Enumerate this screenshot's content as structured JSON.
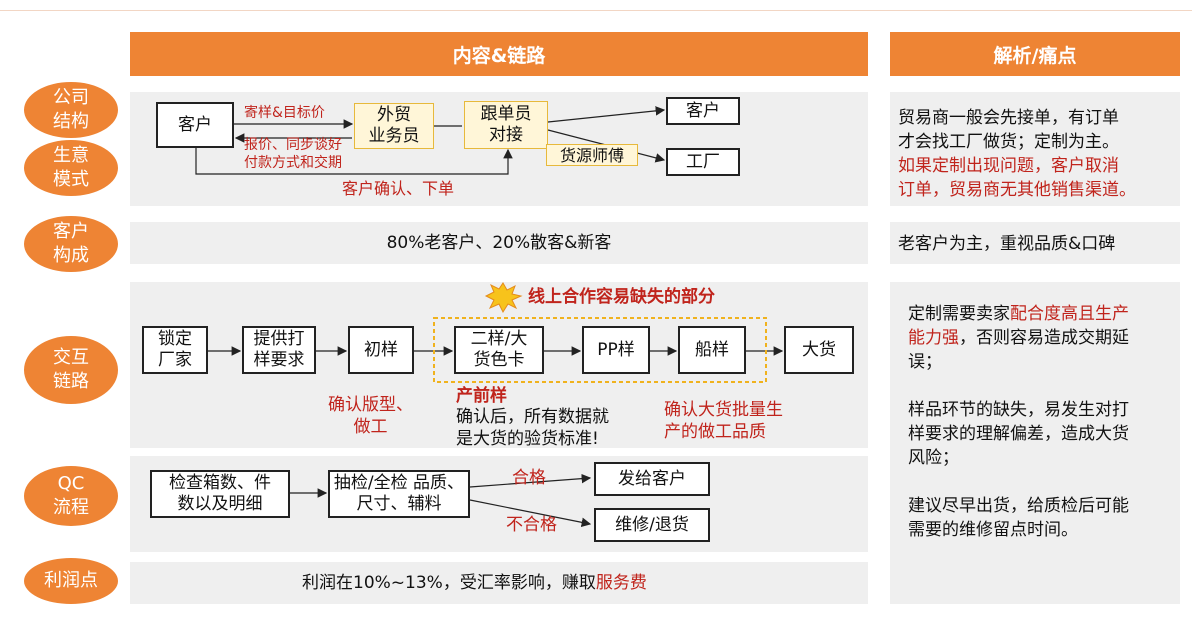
{
  "header": {
    "content_title": "内容&链路",
    "analysis_title": "解析/痛点"
  },
  "rows": {
    "company_structure": "公司\n结构",
    "business_model": "生意\n模式",
    "customer_mix": "客户\n构成",
    "interaction": "交互\n链路",
    "qc": "QC\n流程",
    "profit": "利润点"
  },
  "structure": {
    "customer": "客户",
    "sales": "外贸\n业务员",
    "merch": "跟单员\n对接",
    "sourcing": "货源师傅",
    "out_customer": "客户",
    "factory": "工厂",
    "label_samples": "寄样&目标价",
    "label_quote": "报价、同步谈好\n付款方式和交期",
    "label_confirm": "客户确认、下单"
  },
  "customer_mix": "80%老客户、20%散客&新客",
  "interaction": {
    "highlight": "线上合作容易缺失的部分",
    "steps": [
      "锁定\n厂家",
      "提供打\n样要求",
      "初样",
      "二样/大\n货色卡",
      "PP样",
      "船样",
      "大货"
    ],
    "note_first": "确认版型、\n做工",
    "note_pre_title": "产前样",
    "note_pre_body": "确认后，所有数据就\n是大货的验货标准!",
    "note_bulk": "确认大货批量生\n产的做工品质"
  },
  "qc": {
    "check": "检查箱数、件\n数以及明细",
    "inspect": "抽检/全检 品质、\n尺寸、辅料",
    "pass": "合格",
    "fail": "不合格",
    "ship": "发给客户",
    "repair": "维修/退货"
  },
  "profit": {
    "text": "利润在10%~13%，受汇率影响，赚取",
    "highlight": "服务费"
  },
  "analysis": {
    "p1_black": "贸易商一般会先接单，有订单\n才会找工厂做货；定制为主。",
    "p1_red": "如果定制出现问题，客户取消\n订单，贸易商无其他销售渠道。",
    "p2": "老客户为主，重视品质&口碑",
    "p3_a": "定制需要卖家",
    "p3_red": "配合度高且生产\n能力强",
    "p3_b": "，否则容易造成交期延\n误；",
    "p4": "样品环节的缺失，易发生对打\n样要求的理解偏差，造成大货\n风险；",
    "p5": "建议尽早出货，给质检后可能\n需要的维修留点时间。"
  },
  "colors": {
    "accent": "#ee8434",
    "panel": "#efefef",
    "red": "#c0241c",
    "highlight_border": "#e7b93b"
  }
}
